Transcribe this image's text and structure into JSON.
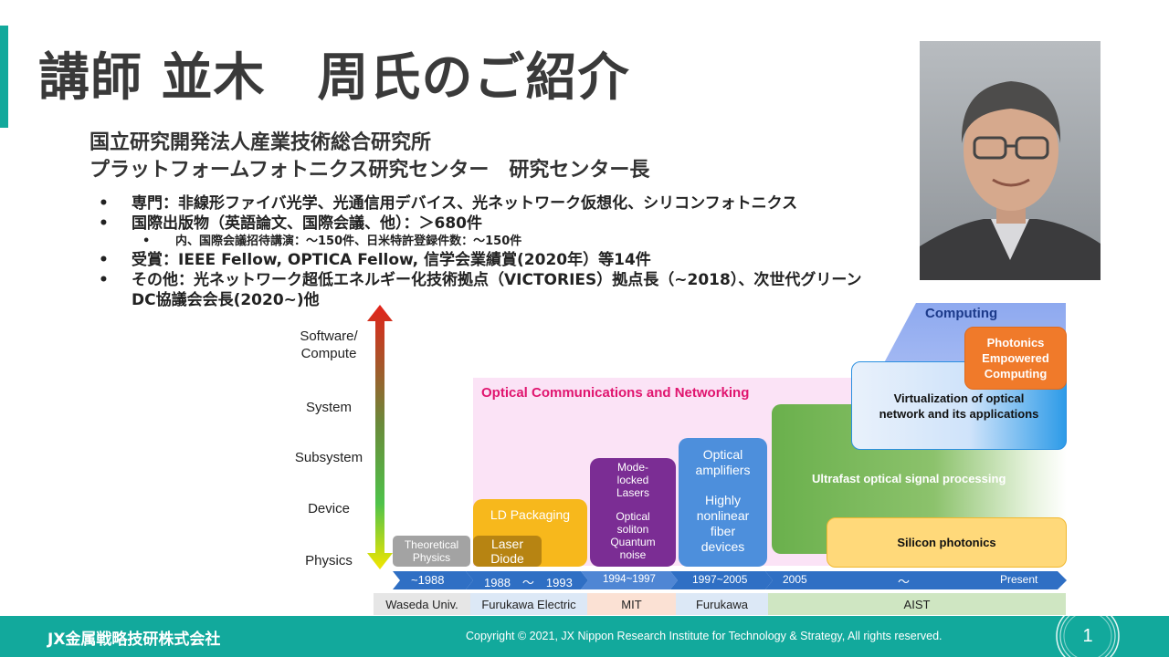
{
  "slide": {
    "title": "講師 並木　周氏のご紹介",
    "org_line1": "国立研究開発法人産業技術総合研究所",
    "org_line2": "プラットフォームフォトニクス研究センター　研究センター長",
    "bullet_mark": "•",
    "bullets": [
      "専門：非線形ファイバ光学、光通信用デバイス、光ネットワーク仮想化、シリコンフォトニクス",
      "国際出版物（英語論文、国際会議、他）：＞680件",
      "受賞：IEEE Fellow, OPTICA Fellow, 信学会業績賞(2020年）等14件",
      "その他：光ネットワーク超低エネルギー化技術拠点（VICTORIES）拠点長（~2018）、次世代グリーン",
      "DC協議会会長(2020~)他"
    ],
    "sub_bullet": "内、国際会議招待講演：～150件、日米特許登録件数：～150件"
  },
  "diagram": {
    "levels": [
      "Software/",
      "Compute",
      "System",
      "Subsystem",
      "Device",
      "Physics"
    ],
    "region_label": "Optical Communications and Networking",
    "computing": "Computing",
    "photonics": [
      "Photonics",
      "Empowered",
      "Computing"
    ],
    "virtualization": [
      "Virtualization of optical",
      "network and its applications"
    ],
    "ultrafast": "Ultrafast optical signal processing",
    "silicon": "Silicon photonics",
    "ld_packaging": "LD Packaging",
    "laser_diode": [
      "Laser",
      "Diode"
    ],
    "theoretical": [
      "Theoretical",
      "Physics"
    ],
    "mode_locked": [
      "Mode-",
      "locked",
      "Lasers"
    ],
    "soliton": [
      "Optical",
      "soliton",
      "Quantum",
      "noise"
    ],
    "amplifiers": [
      "Optical",
      "amplifiers"
    ],
    "nonlinear": [
      "Highly",
      "nonlinear",
      "fiber",
      "devices"
    ],
    "timeline": [
      "~1988",
      "1988　～　1993",
      "1994~1997",
      "1997~2005",
      "2005",
      "～",
      "Present"
    ],
    "institutions": [
      "Waseda Univ.",
      "Furukawa Electric",
      "MIT",
      "Furukawa",
      "AIST"
    ]
  },
  "footer": {
    "company": "JX金属戦略技研株式会社",
    "copyright": "Copyright © 2021, JX Nippon Research Institute for Technology & Strategy, All rights reserved.",
    "page": "1"
  },
  "colors": {
    "accent": "#12a99c",
    "title": "#3a3a3a",
    "timeline": "#2f6fc4"
  }
}
